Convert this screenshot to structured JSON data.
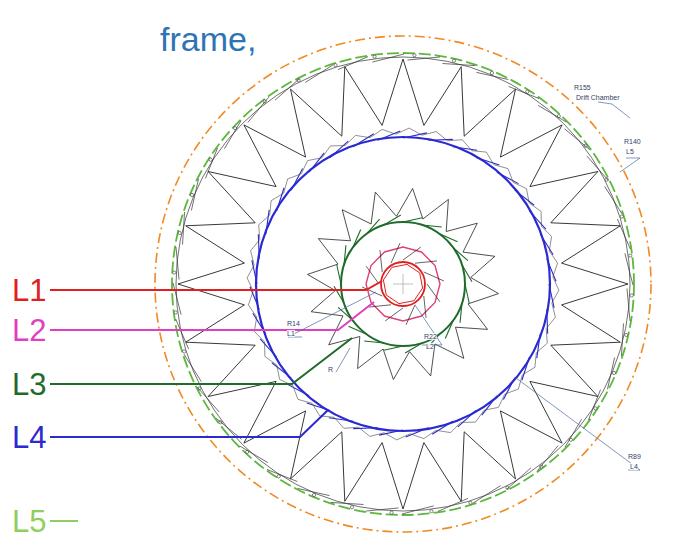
{
  "diagram": {
    "labels": [
      "frame,",
      "L1",
      "L2",
      "L3",
      "L4",
      "L5",
      "R155",
      "Drift Chamber",
      "R140",
      "L5",
      "R14",
      "L1",
      "R22",
      "L2",
      "R",
      "R89",
      "L4"
    ]
  }
}
